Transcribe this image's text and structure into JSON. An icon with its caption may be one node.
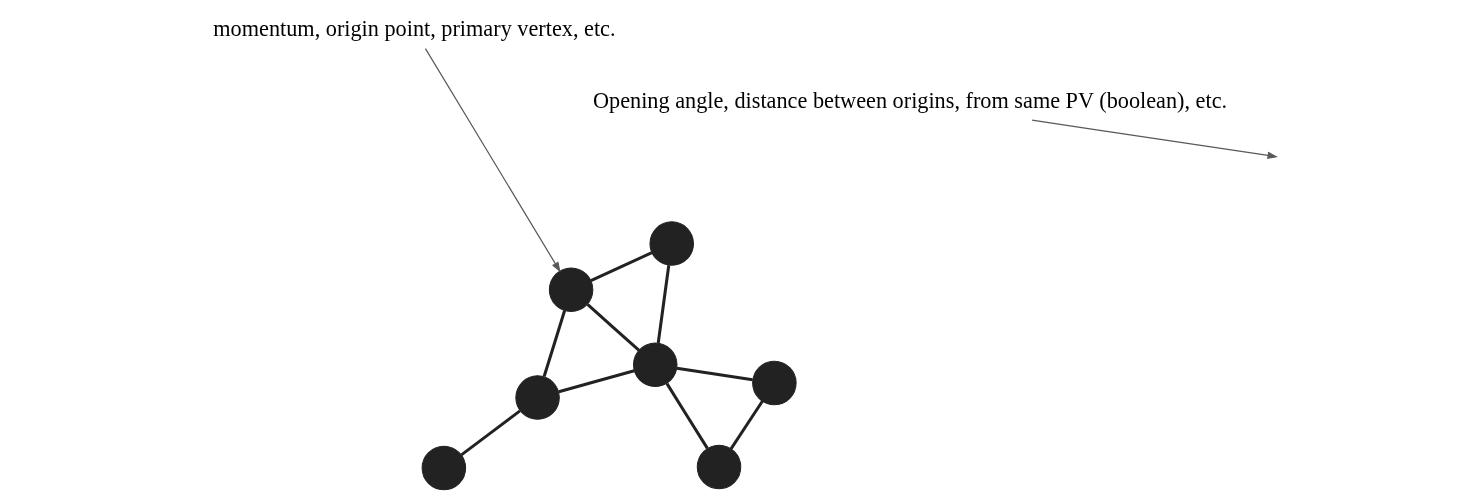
{
  "diagram": {
    "nodes": [
      {
        "text": [
          "momentum, origin point, primary vertex, etc."
        ]
      },
      {
        "text": [],
        "shape": "circle"
      },
      {
        "text": [],
        "shape": "circle"
      },
      {
        "text": [],
        "shape": "circle"
      },
      {
        "text": [
          "Opening angle, distance between origins, from same PV (boolean), etc."
        ]
      },
      {
        "text": [],
        "shape": "circle"
      },
      {
        "text": [],
        "shape": "circle"
      },
      {
        "text": [],
        "shape": "circle"
      },
      {
        "text": [],
        "shape": "circle"
      }
    ],
    "edges": [
      {
        "from": 1,
        "to": 2,
        "arrow": "none"
      },
      {
        "from": 1,
        "to": 3,
        "arrow": "none"
      },
      {
        "from": 2,
        "to": 3,
        "arrow": "none"
      },
      {
        "from": 2,
        "to": 5,
        "arrow": "none"
      },
      {
        "from": 2,
        "to": 8,
        "arrow": "none"
      },
      {
        "from": 2,
        "to": 7,
        "arrow": "none"
      },
      {
        "from": 3,
        "to": 7,
        "arrow": "none"
      },
      {
        "from": 5,
        "to": 8,
        "arrow": "none"
      },
      {
        "from": 7,
        "to": 6,
        "arrow": "none"
      },
      {
        "from": 0,
        "to": 3,
        "arrow": "to",
        "color": "#595959"
      },
      {
        "from": 4,
        "to": null,
        "arrow": "to",
        "color": "#595959"
      }
    ]
  }
}
